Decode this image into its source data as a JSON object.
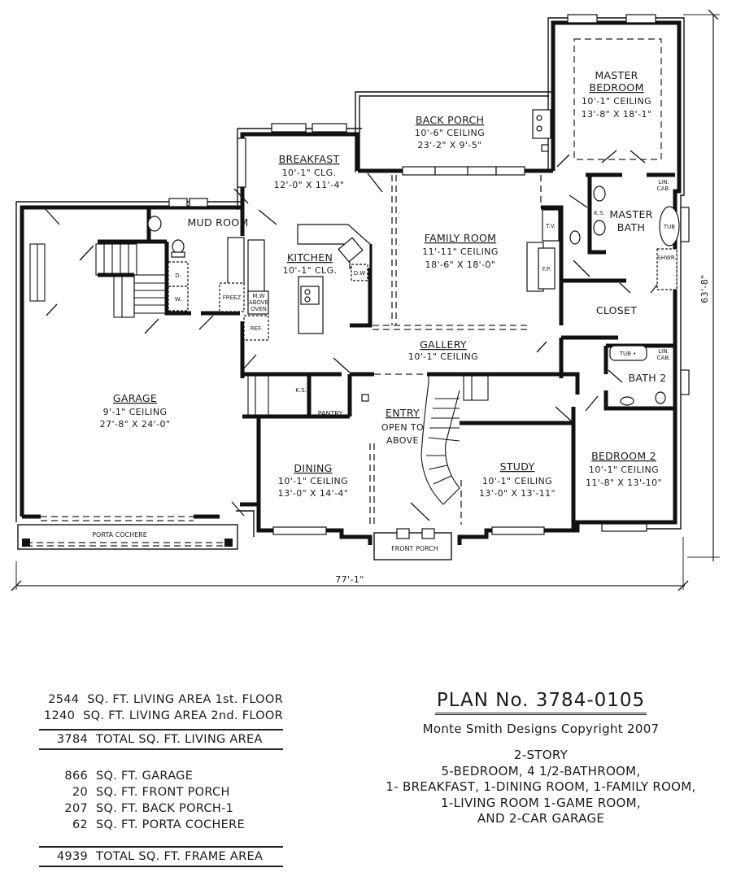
{
  "floor_plan": {
    "rooms": {
      "master_bedroom": {
        "name_line1": "MASTER",
        "name_line2": "BEDROOM",
        "ceiling": "10'-1\" CEILING",
        "size": "13'-8\" X 18'-1\""
      },
      "back_porch": {
        "name": "BACK PORCH",
        "ceiling": "10'-6\" CEILING",
        "size": "23'-2\" X 9'-5\""
      },
      "breakfast": {
        "name": "BREAKFAST",
        "ceiling": "10'-1\" CLG.",
        "size": "12'-0\" X 11'-4\""
      },
      "mud_room": {
        "name": "MUD ROOM"
      },
      "kitchen": {
        "name": "KITCHEN",
        "ceiling": "10'-1\" CLG."
      },
      "family_room": {
        "name": "FAMILY ROOM",
        "ceiling": "11'-11\" CEILING",
        "size": "18'-6\" X 18'-0\""
      },
      "master_bath": {
        "name_line1": "MASTER",
        "name_line2": "BATH"
      },
      "closet": {
        "name": "CLOSET"
      },
      "gallery": {
        "name": "GALLERY",
        "ceiling": "10'-1\" CEILING"
      },
      "garage": {
        "name": "GARAGE",
        "ceiling": "9'-1\" CEILING",
        "size": "27'-8\" X 24'-0\""
      },
      "bath_2": {
        "name": "BATH 2"
      },
      "entry": {
        "name": "ENTRY",
        "line2": "OPEN TO",
        "line3": "ABOVE"
      },
      "dining": {
        "name": "DINING",
        "ceiling": "10'-1\" CEILING",
        "size": "13'-0\" X 14'-4\""
      },
      "study": {
        "name": "STUDY",
        "ceiling": "10'-1\" CEILING",
        "size": "13'-0\" X 13'-11\""
      },
      "bedroom_2": {
        "name": "BEDROOM 2",
        "ceiling": "10'-1\" CEILING",
        "size": "11'-8\" X 13'-10\""
      },
      "porta_cochere": {
        "name": "PORTA COCHERE"
      },
      "front_porch": {
        "name": "FRONT PORCH"
      },
      "pantry": {
        "name": "PANTRY"
      }
    },
    "fixtures": {
      "dryer": "D.",
      "washer": "W.",
      "freezer": "FREEZ",
      "microwave_1": "M.W",
      "microwave_2": "ABOVE",
      "microwave_3": "OVEN",
      "refrigerator": "REF.",
      "dishwasher": "D.W",
      "tv": "T.V.",
      "fireplace": "F.P.",
      "knee_space_bath": "K.S.",
      "knee_space_pantry": "K.S.",
      "linen_cab_1": "LIN.",
      "linen_cab_2": "CAB.",
      "tub_master": "TUB",
      "shower": "SHWR.",
      "tub_bath2": "TUB •"
    },
    "dimensions": {
      "width": "77'-1\"",
      "depth": "63'-8\""
    }
  },
  "square_footage": {
    "living": [
      {
        "value": "2544",
        "label": "SQ. FT. LIVING AREA 1st. FLOOR"
      },
      {
        "value": "1240",
        "label": "SQ. FT. LIVING AREA 2nd. FLOOR"
      }
    ],
    "living_total": {
      "value": "3784",
      "label": "TOTAL SQ. FT. LIVING AREA"
    },
    "other": [
      {
        "value": "866",
        "label": "SQ. FT. GARAGE"
      },
      {
        "value": "20",
        "label": "SQ. FT. FRONT PORCH"
      },
      {
        "value": "207",
        "label": "SQ. FT. BACK PORCH-1"
      },
      {
        "value": "62",
        "label": "SQ. FT. PORTA COCHERE"
      }
    ],
    "frame_total": {
      "value": "4939",
      "label": "TOTAL SQ. FT. FRAME AREA"
    }
  },
  "plan_info": {
    "title": "PLAN No. 3784-0105",
    "copyright": "Monte Smith Designs Copyright 2007",
    "description": [
      "2-STORY",
      "5-BEDROOM, 4 1/2-BATHROOM,",
      "1- BREAKFAST, 1-DINING ROOM, 1-FAMILY ROOM,",
      "1-LIVING ROOM 1-GAME ROOM,",
      "AND 2-CAR GARAGE"
    ]
  }
}
